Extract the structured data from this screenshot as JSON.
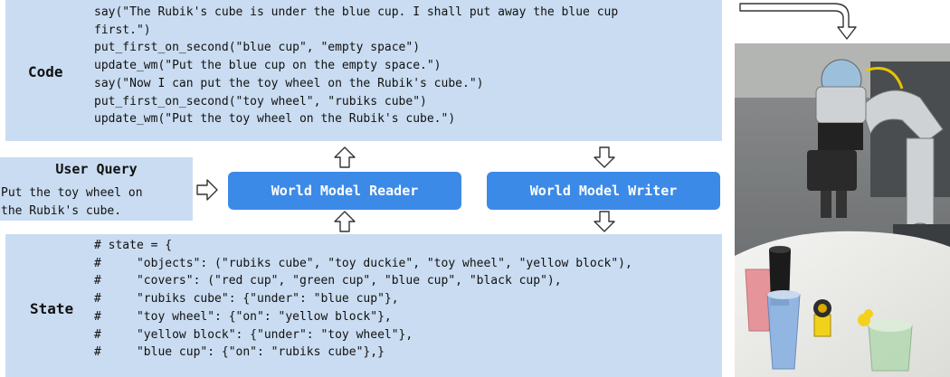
{
  "code_panel": {
    "label": "Code",
    "lines": [
      "say(\"The Rubik's cube is under the blue cup. I shall put away the blue cup",
      "first.\")",
      "put_first_on_second(\"blue cup\", \"empty space\")",
      "update_wm(\"Put the blue cup on the empty space.\")",
      "say(\"Now I can put the toy wheel on the Rubik's cube.\")",
      "put_first_on_second(\"toy wheel\", \"rubiks cube\")",
      "update_wm(\"Put the toy wheel on the Rubik's cube.\")"
    ]
  },
  "user_query": {
    "title": "User Query",
    "text": "Put the toy wheel on\nthe Rubik's cube."
  },
  "modules": {
    "reader": "World Model Reader",
    "writer": "World Model Writer"
  },
  "state_panel": {
    "label": "State",
    "lines": [
      "# state = {",
      "#     \"objects\": (\"rubiks cube\", \"toy duckie\", \"toy wheel\", \"yellow block\"),",
      "#     \"covers\": (\"red cup\", \"green cup\", \"blue cup\", \"black cup\"),",
      "#     \"rubiks cube\": {\"under\": \"blue cup\"},",
      "#     \"toy wheel\": {\"on\": \"yellow block\"},",
      "#     \"yellow block\": {\"under\": \"toy wheel\"},",
      "#     \"blue cup\": {\"on\": \"rubiks cube\"},}"
    ]
  },
  "colors": {
    "panel_bg": "#c9dcf1",
    "module_bg": "#3c8ae8",
    "module_text": "#ffffff"
  }
}
